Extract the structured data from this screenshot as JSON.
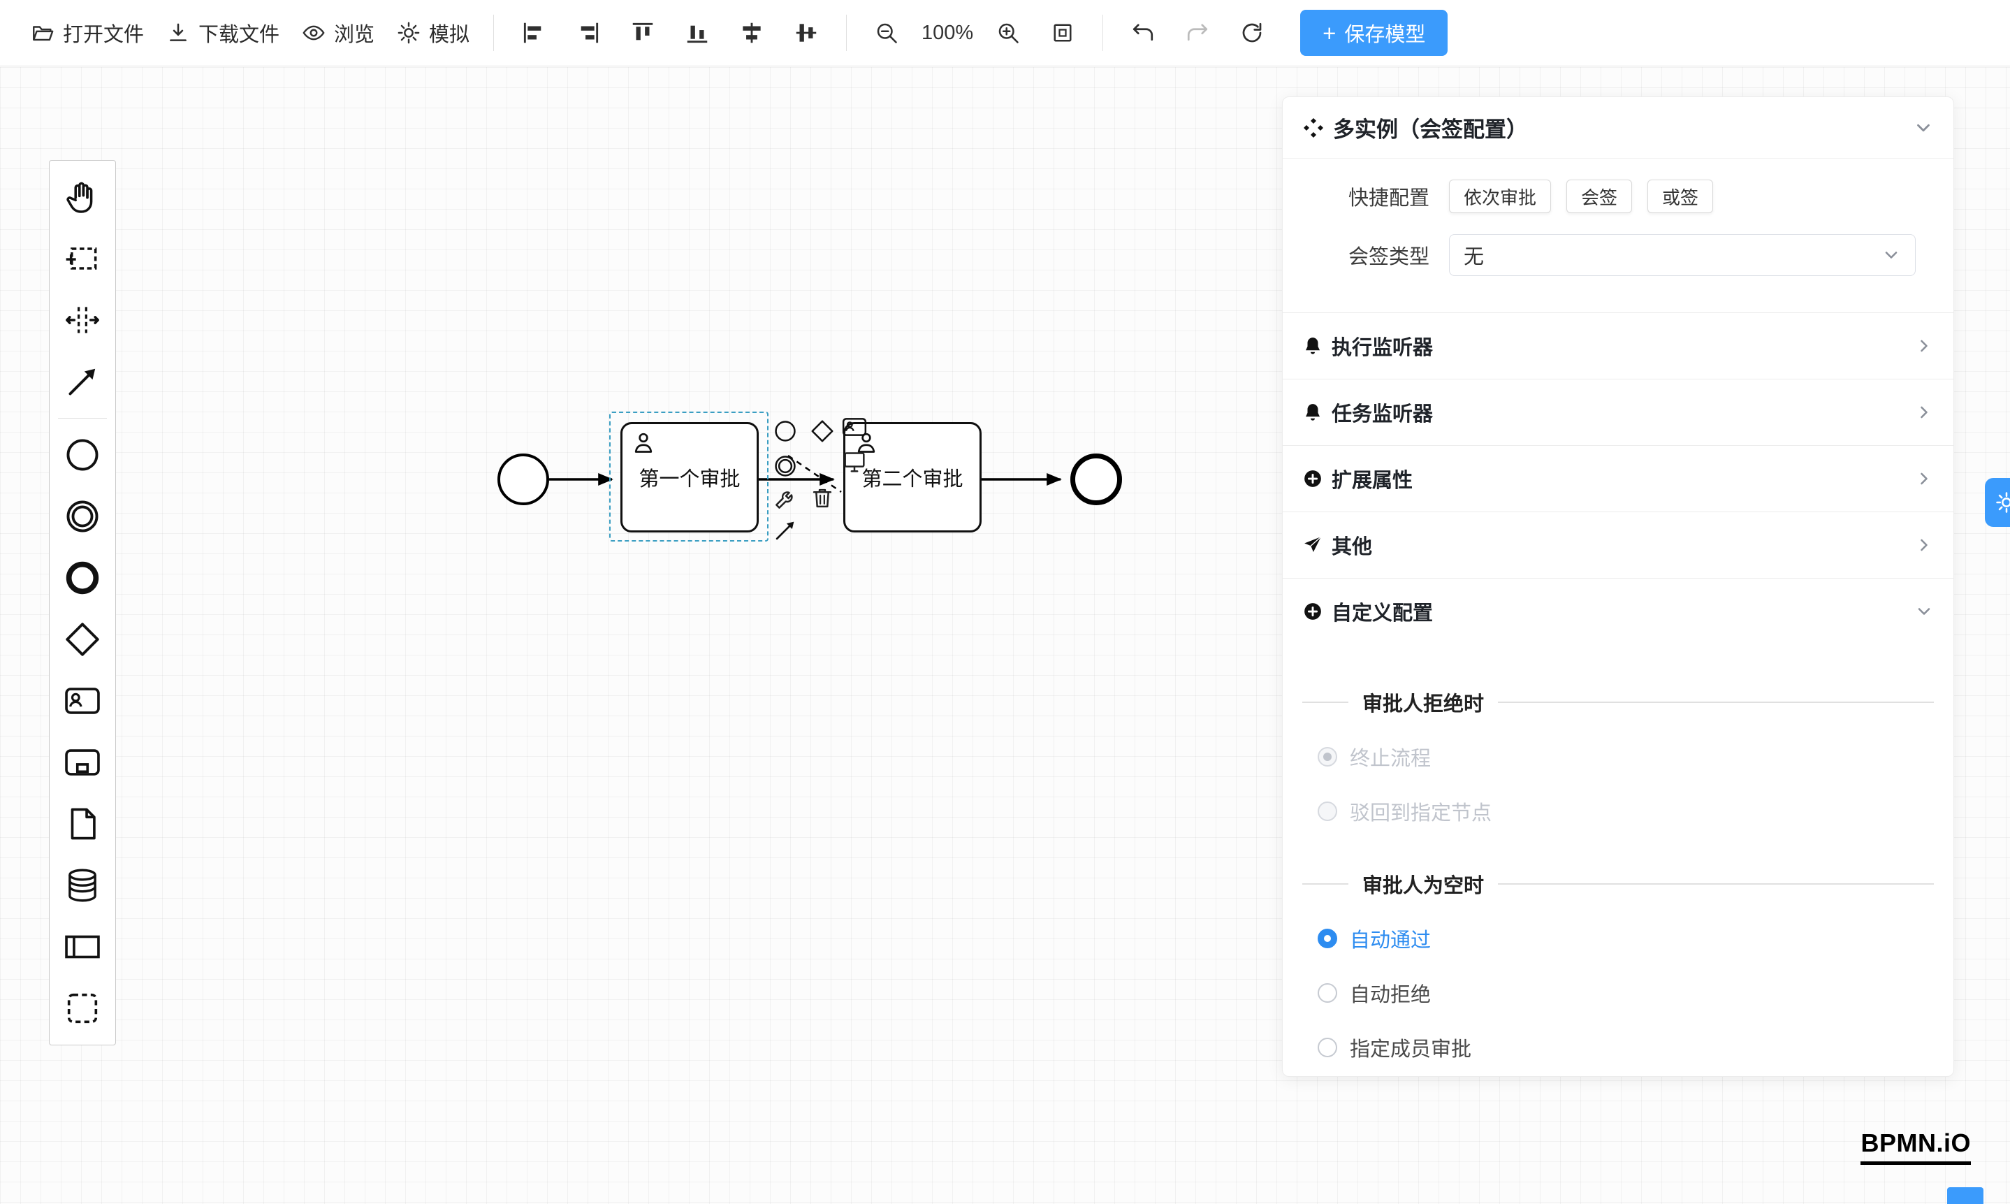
{
  "toolbar": {
    "open_file": "打开文件",
    "download_file": "下载文件",
    "preview": "浏览",
    "simulate": "模拟",
    "zoom_level": "100%",
    "save_model": "保存模型"
  },
  "icons": {
    "plus": "+"
  },
  "canvas": {
    "task1_label": "第一个审批",
    "task2_label": "第二个审批"
  },
  "panel": {
    "title": "多实例（会签配置）",
    "quick_config": {
      "label": "快捷配置",
      "options": [
        {
          "label": "依次审批"
        },
        {
          "label": "会签"
        },
        {
          "label": "或签"
        }
      ]
    },
    "sign_type": {
      "label": "会签类型",
      "value": "无"
    },
    "collapsible": [
      {
        "label": "执行监听器"
      },
      {
        "label": "任务监听器"
      },
      {
        "label": "扩展属性"
      },
      {
        "label": "其他"
      },
      {
        "label": "自定义配置"
      }
    ],
    "reject_section": {
      "title": "审批人拒绝时",
      "options": [
        {
          "label": "终止流程",
          "selected": true,
          "disabled": true
        },
        {
          "label": "驳回到指定节点",
          "selected": false,
          "disabled": true
        }
      ]
    },
    "empty_section": {
      "title": "审批人为空时",
      "options": [
        {
          "label": "自动通过",
          "selected": true
        },
        {
          "label": "自动拒绝",
          "selected": false
        },
        {
          "label": "指定成员审批",
          "selected": false
        }
      ]
    }
  },
  "footer": {
    "logo": "BPMN.iO"
  },
  "colors": {
    "primary": "#3b9bfc",
    "link_blue": "#2d8cf0",
    "selection_outline": "#3a9ec2",
    "disabled_text": "#c0c4cc"
  }
}
